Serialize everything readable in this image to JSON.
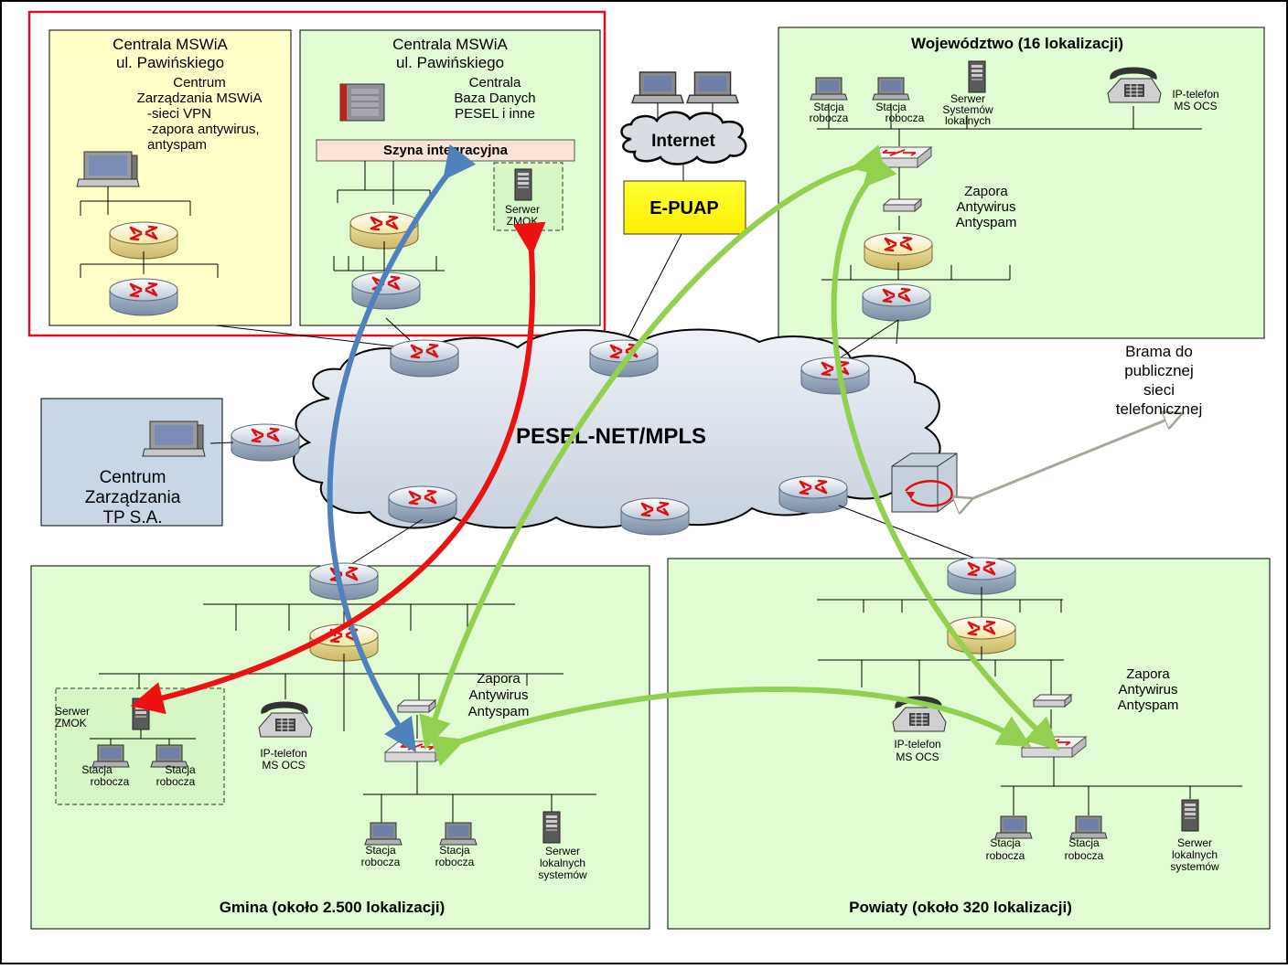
{
  "central_a": {
    "title1": "Centrala MSWiA",
    "title2": "ul. Pawińskiego",
    "line1": "Centrum",
    "line2": "Zarządzania MSWiA",
    "line3": "-sieci VPN",
    "line4": "-zapora antywirus,",
    "line5": "antyspam"
  },
  "central_b": {
    "title1": "Centrala MSWiA",
    "title2": "ul. Pawińskiego",
    "line1": "Centrala",
    "line2": "Baza Danych",
    "line3": "PESEL i inne",
    "bus": "Szyna integracyjna",
    "server1": "Serwer",
    "server2": "ZMOK"
  },
  "internet": {
    "label": "Internet"
  },
  "epuap": {
    "label": "E-PUAP"
  },
  "cloud": {
    "label": "PESEL-NET/MPLS"
  },
  "tp": {
    "line1": "Centrum",
    "line2": "Zarządzania",
    "line3": "TP S.A."
  },
  "gateway": {
    "line1": "Brama do",
    "line2": "publicznej",
    "line3": "sieci",
    "line4": "telefonicznej"
  },
  "wojewodztwo": {
    "title": "Województwo (16 lokalizacji)",
    "ws1a": "Stacja",
    "ws1b": "robocza",
    "ws2a": "Stacja",
    "ws2b": "robocza",
    "srv1": "Serwer",
    "srv2": "Systemów",
    "srv3": "lokalnych",
    "phone1": "IP-telefon",
    "phone2": "MS OCS",
    "fw1": "Zapora",
    "fw2": "Antywirus",
    "fw3": "Antyspam"
  },
  "gmina": {
    "title": "Gmina (około 2.500 lokalizacji)",
    "zmok1": "Serwer",
    "zmok2": "ZMOK",
    "zws1a": "Stacja",
    "zws1b": "robocza",
    "zws2a": "Stacja",
    "zws2b": "robocza",
    "phone1": "IP-telefon",
    "phone2": "MS OCS",
    "fw1": "Zapora",
    "fw2": "Antywirus",
    "fw3": "Antyspam",
    "ws1a": "Stacja",
    "ws1b": "robocza",
    "ws2a": "Stacja",
    "ws2b": "robocza",
    "srv1": "Serwer",
    "srv2": "lokalnych",
    "srv3": "systemów"
  },
  "powiaty": {
    "title": "Powiaty (około 320 lokalizacji)",
    "fw1": "Zapora",
    "fw2": "Antywirus",
    "fw3": "Antyspam",
    "phone1": "IP-telefon",
    "phone2": "MS OCS",
    "ws1a": "Stacja",
    "ws1b": "robocza",
    "ws2a": "Stacja",
    "ws2b": "robocza",
    "srv1": "Serwer",
    "srv2": "lokalnych",
    "srv3": "systemów"
  },
  "colors": {
    "yellow_zone": "#ffffc8",
    "green_zone": "#eaffdf",
    "blue_zone": "#c8d6e6",
    "red_frame": "#e0101a",
    "epuap": "#ffff00",
    "arrow_red": "#ee1111",
    "arrow_blue": "#4f81bd",
    "arrow_green": "#92d050"
  }
}
